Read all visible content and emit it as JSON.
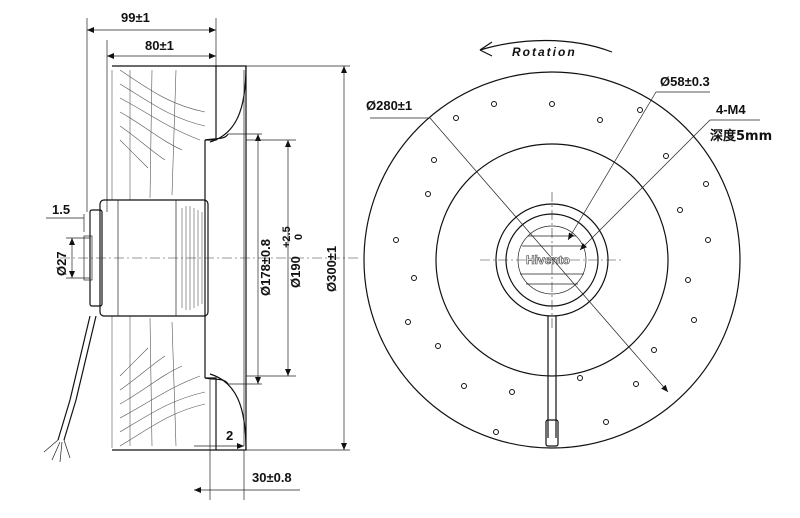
{
  "side_view": {
    "overall_depth": "99±1",
    "motor_depth": "80±1",
    "shaft_offset": "1.5",
    "motor_diameter": "Ø27",
    "ring_diameter": "Ø178±0.8",
    "inlet_diameter": "Ø190",
    "inlet_tol_upper": "+2.5",
    "inlet_tol_lower": "0",
    "outer_diameter": "Ø300±1",
    "flange_thickness": "2",
    "flange_depth": "30±0.8"
  },
  "front_view": {
    "rotation_label": "Rotation",
    "bolt_circle": "Ø280±1",
    "hub_diameter": "Ø58±0.3",
    "thread_spec": "4-M4",
    "thread_depth": "深度5mm",
    "brand": "Hivento"
  }
}
